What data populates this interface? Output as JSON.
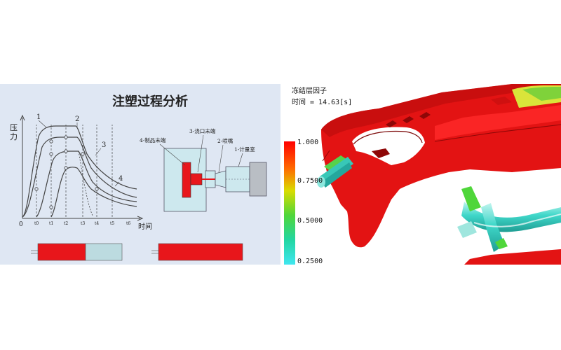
{
  "left": {
    "title": "注塑过程分析",
    "y_axis_label": "压\n力",
    "x_axis_label": "时间",
    "origin_label": "0",
    "curve_labels": [
      "1",
      "2",
      "3",
      "4"
    ],
    "time_ticks": [
      "t0",
      "t1",
      "t2",
      "t3",
      "t4",
      "t5",
      "t6"
    ],
    "mold_labels": {
      "product_end": "4-制品末端",
      "gate_end": "3-浇口末端",
      "nozzle": "2-喷嘴",
      "metering_chamber": "1-计量室"
    },
    "colors": {
      "melt_red": "#e8161b",
      "cold_cyan": "#bcdbe0",
      "mold_fill": "#cde8ee"
    }
  },
  "right": {
    "legend_title": "冻结层因子",
    "time_text": "时间 = 14.63[s]",
    "legend_ticks": [
      "1.000",
      "0.7500",
      "0.5000",
      "0.2500"
    ],
    "colors": {
      "part_red": "#e31313",
      "runner_cyan": "#55d8cc",
      "green": "#55d43c",
      "scale_top": "#ff0000",
      "scale_bottom": "#40e6f0"
    }
  }
}
